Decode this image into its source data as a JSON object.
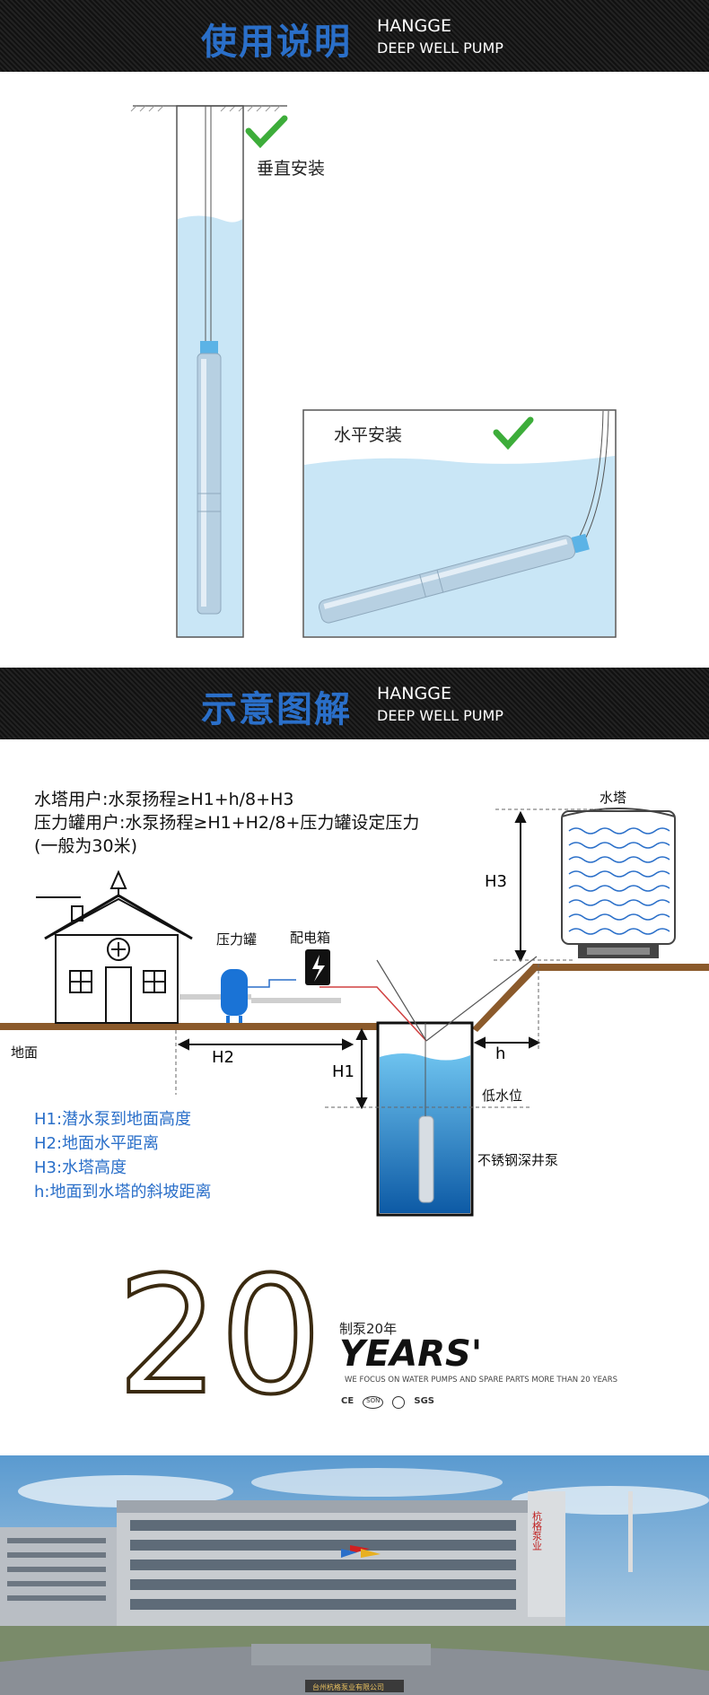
{
  "header1": {
    "cn": "使用说明",
    "en_line1": "HANGGE",
    "en_line2": "DEEP WELL PUMP"
  },
  "install": {
    "vertical_label": "垂直安装",
    "horizontal_label": "水平安装"
  },
  "header2": {
    "cn": "示意图解",
    "en_line1": "HANGGE",
    "en_line2": "DEEP WELL PUMP"
  },
  "formula": {
    "line1": "水塔用户:水泵扬程≥H1+h/8+H3",
    "line2": "压力罐用户:水泵扬程≥H1+H2/8+压力罐设定压力",
    "line3": "(一般为30米)"
  },
  "diagram": {
    "water_tower": "水塔",
    "pressure_tank": "压力罐",
    "control_box": "配电箱",
    "ground": "地面",
    "h2": "H2",
    "h1": "H1",
    "h3": "H3",
    "h": "h",
    "low_water": "低水位",
    "pump": "不锈钢深井泵"
  },
  "legend": [
    "H1:潜水泵到地面高度",
    "H2:地面水平距离",
    "H3:水塔高度",
    "h:地面到水塔的斜坡距离"
  ],
  "years": {
    "number": "20",
    "cn": "制泵20年",
    "title": "YEARS'",
    "subtitle": "WE FOCUS ON WATER PUMPS AND SPARE PARTS MORE THAN 20 YEARS",
    "certs": [
      "CE",
      "SON",
      "SGS"
    ]
  },
  "building": {
    "facade_sign": "杭格泵业",
    "gate_sign": "台州杭格泵业有限公司"
  },
  "colors": {
    "accent": "#2a6fc9",
    "banner": "#161616",
    "water": "#c9e6f6",
    "ground": "#8b5a2b"
  }
}
